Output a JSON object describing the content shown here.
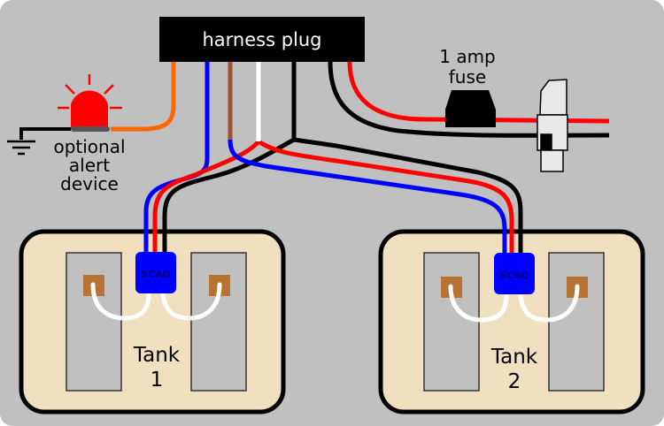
{
  "diagram": {
    "colors": {
      "background": "#c0c0c0",
      "tank_fill": "#f0e0bf",
      "electrode": "#c0c0c0",
      "terminal": "#b87333",
      "scad": "#0000ff",
      "wire_red": "#ff0000",
      "wire_black": "#000000",
      "wire_blue": "#0000ff",
      "wire_white": "#ffffff",
      "wire_brown": "#a0522d",
      "wire_orange": "#ff6600"
    },
    "harness_plug": {
      "label": "harness plug"
    },
    "fuse": {
      "label_line1": "1 amp",
      "label_line2": "fuse"
    },
    "alert": {
      "label_line1": "optional",
      "label_line2": "alert",
      "label_line3": "device"
    },
    "tanks": [
      {
        "label": "Tank",
        "number": "1",
        "scad_label": "SCAD"
      },
      {
        "label": "Tank",
        "number": "2",
        "scad_label": "SCAD"
      }
    ]
  }
}
